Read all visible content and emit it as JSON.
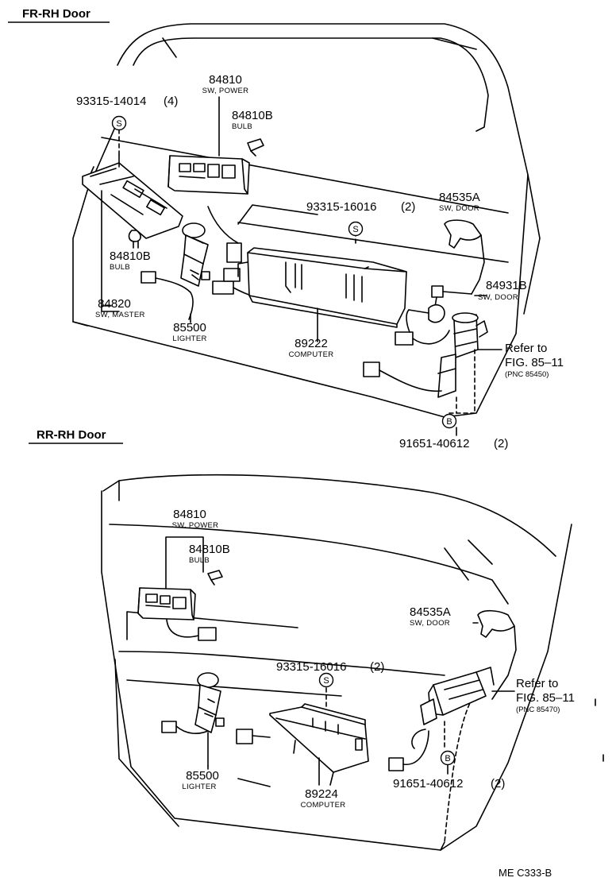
{
  "fr_section": {
    "title": "FR-RH Door",
    "callouts": {
      "power_sw_pn": "84810",
      "power_sw_desc": "SW, POWER",
      "screw_front_pn": "93315-14014",
      "screw_front_qty": "(4)",
      "bulb_power_pn": "84810B",
      "bulb_power_desc": "BULB",
      "screw_computer_pn": "93315-16016",
      "screw_computer_qty": "(2)",
      "door_sw_a_pn": "84535A",
      "door_sw_a_desc": "SW, DOOR",
      "bulb_master_pn": "84810B",
      "bulb_master_desc": "BULB",
      "door_sw_b_pn": "84931B",
      "door_sw_b_desc": "SW, DOOR",
      "master_sw_pn": "84820",
      "master_sw_desc": "SW, MASTER",
      "lighter_pn": "85500",
      "lighter_desc": "LIGHTER",
      "computer_pn": "89222",
      "computer_desc": "COMPUTER",
      "ref_text": "Refer to",
      "ref_fig": "FIG. 85–11",
      "ref_pnc": "(PNC 85450)",
      "bolt_pn": "91651-40612",
      "bolt_qty": "(2)"
    },
    "markers": {
      "screw": "S",
      "bolt": "B"
    }
  },
  "rr_section": {
    "title": "RR-RH Door",
    "callouts": {
      "power_sw_pn": "84810",
      "power_sw_desc": "SW, POWER",
      "bulb_pn": "84810B",
      "bulb_desc": "BULB",
      "door_sw_pn": "84535A",
      "door_sw_desc": "SW, DOOR",
      "screw_computer_pn": "93315-16016",
      "screw_computer_qty": "(2)",
      "ref_text": "Refer to",
      "ref_fig": "FIG. 85–11",
      "ref_pnc": "(PNC 85470)",
      "lighter_pn": "85500",
      "lighter_desc": "LIGHTER",
      "computer_pn": "89224",
      "computer_desc": "COMPUTER",
      "bolt_pn": "91651-40612",
      "bolt_qty": "(2)"
    },
    "markers": {
      "screw": "S",
      "bolt": "B"
    }
  },
  "footer_code": "ME C333-B"
}
